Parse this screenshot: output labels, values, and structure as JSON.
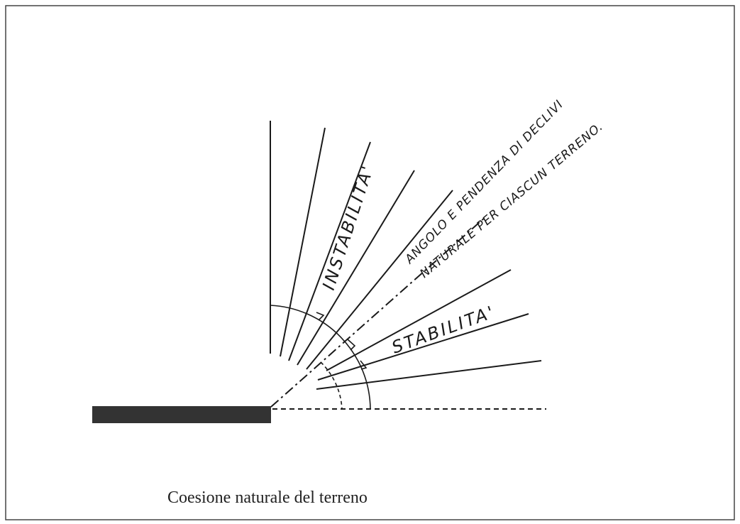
{
  "figure": {
    "caption": "Coesione naturale del terreno",
    "labels": {
      "unstable_zone": "INSTABILITA'",
      "stable_zone": "STABILITA'",
      "slope_line_upper": "ANGOLO E PENDENZA DI DECLIVI",
      "slope_line_lower": "NATURALE PER CIASCUN TERRENO."
    },
    "colors": {
      "ink": "#1a1a1a",
      "slab": "#333333",
      "frame": "#444444"
    }
  }
}
